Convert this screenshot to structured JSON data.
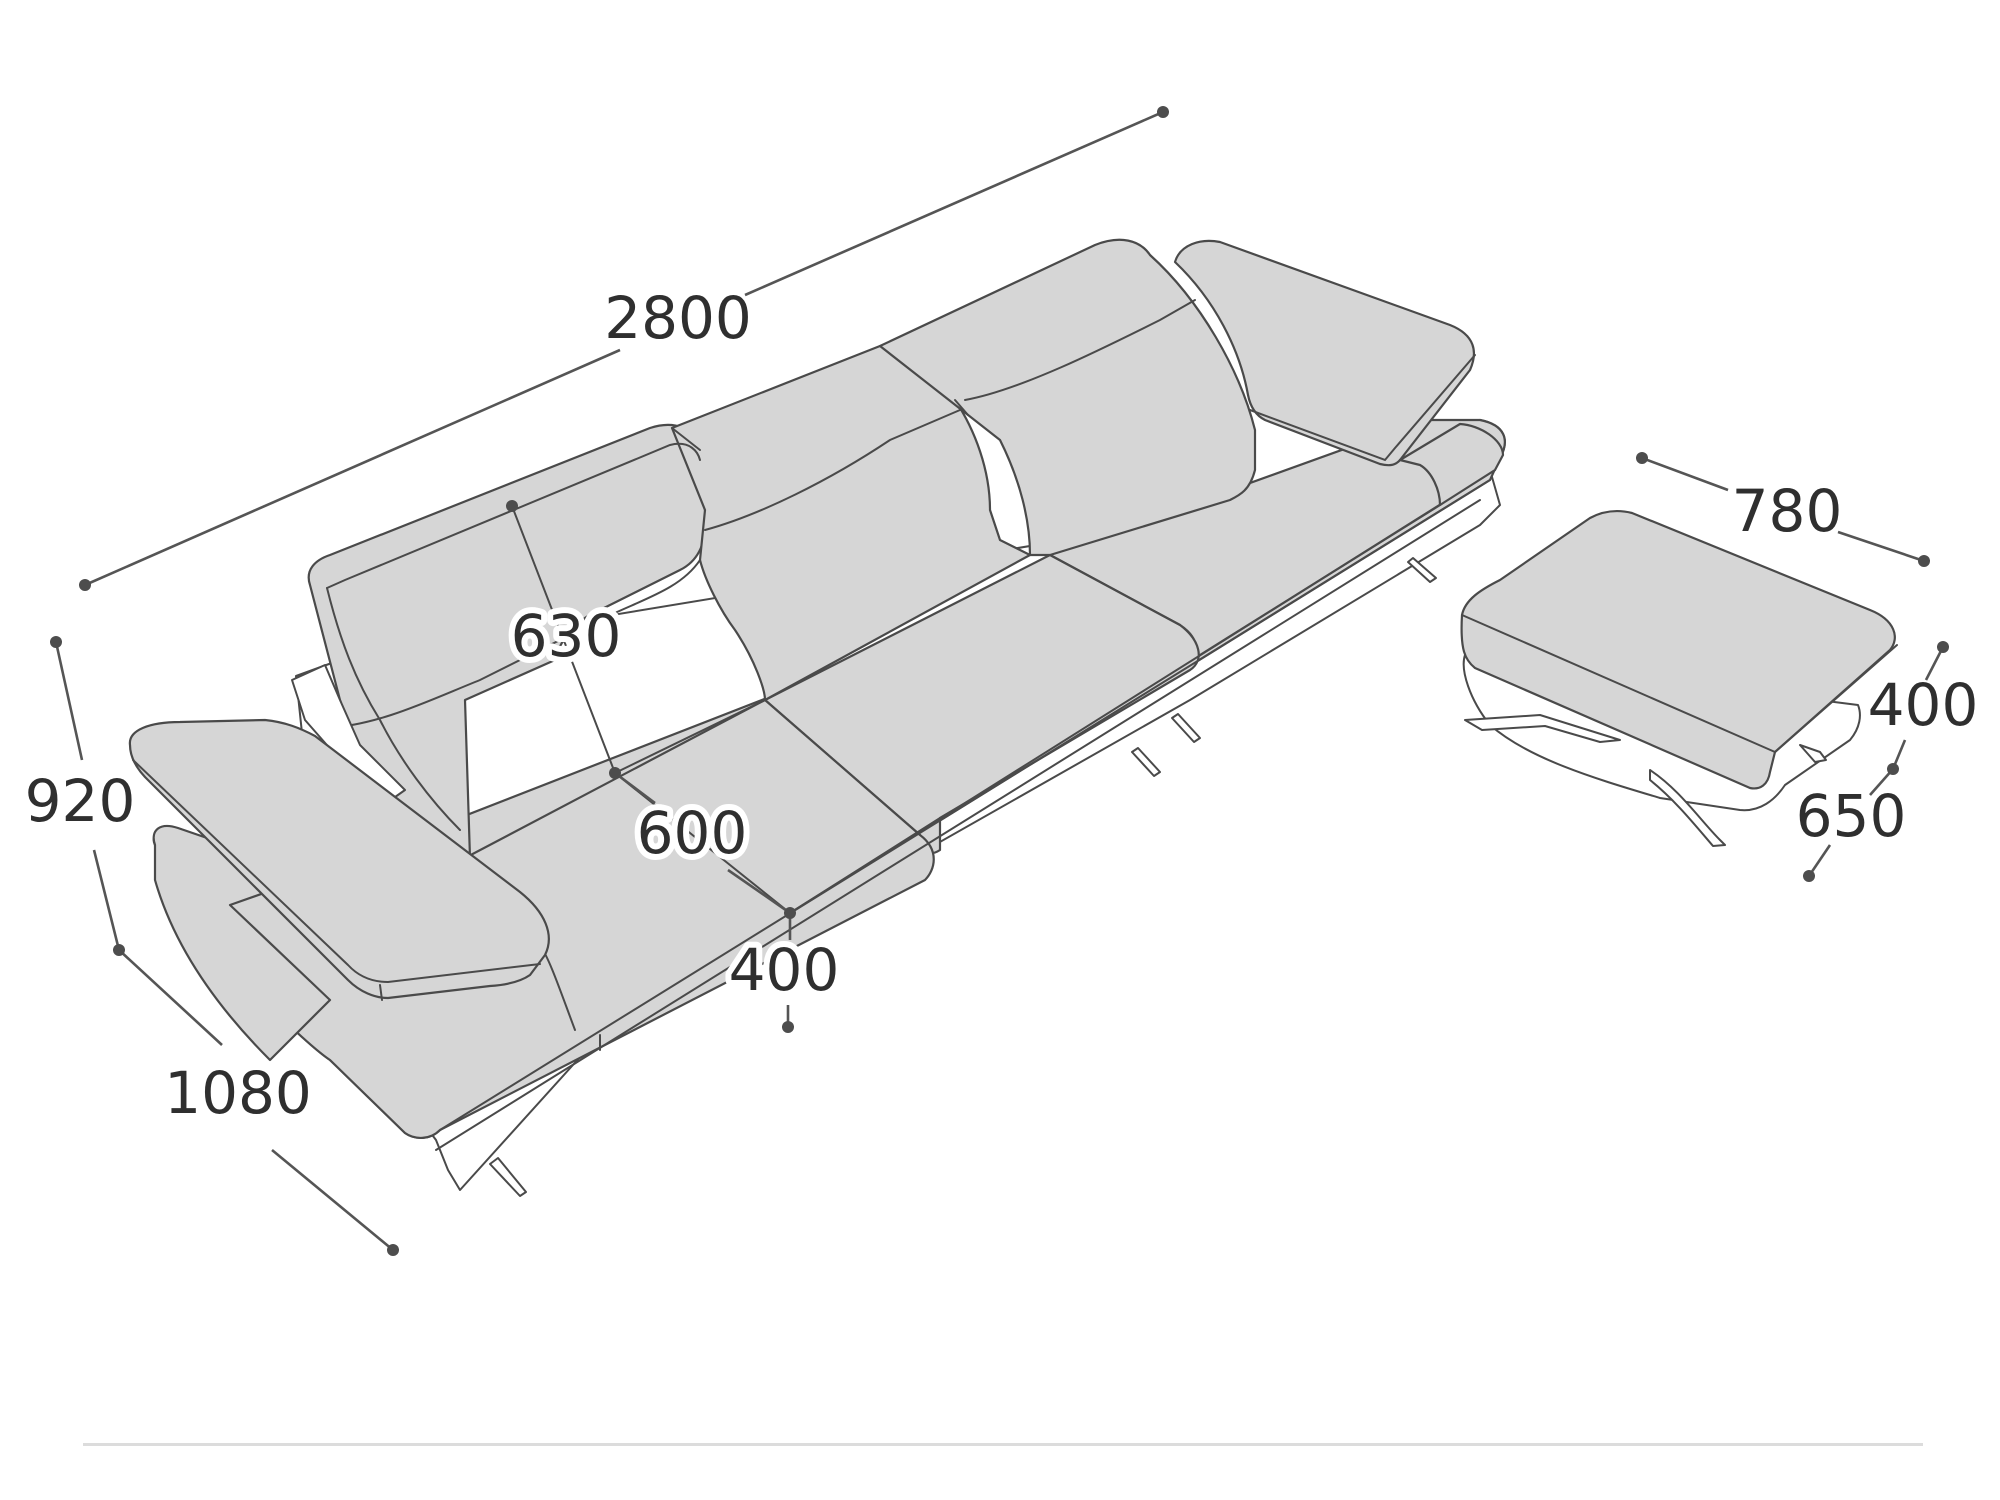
{
  "diagram": {
    "subject": "Sofa with ottoman dimension drawing",
    "units": "mm",
    "colors": {
      "upholstery_fill": "#d6d6d6",
      "outline": "#4a4a4a",
      "dimension_line": "#555555",
      "label_text": "#2f2f2f",
      "divider": "#dcdcdc",
      "background": "#ffffff"
    },
    "sofa": {
      "dimensions": {
        "total_width": "2800",
        "total_height": "920",
        "total_depth": "1080",
        "backrest_height": "630",
        "seat_depth": "600",
        "seat_height": "400"
      }
    },
    "ottoman": {
      "dimensions": {
        "width": "780",
        "height": "400",
        "depth": "650"
      }
    }
  }
}
